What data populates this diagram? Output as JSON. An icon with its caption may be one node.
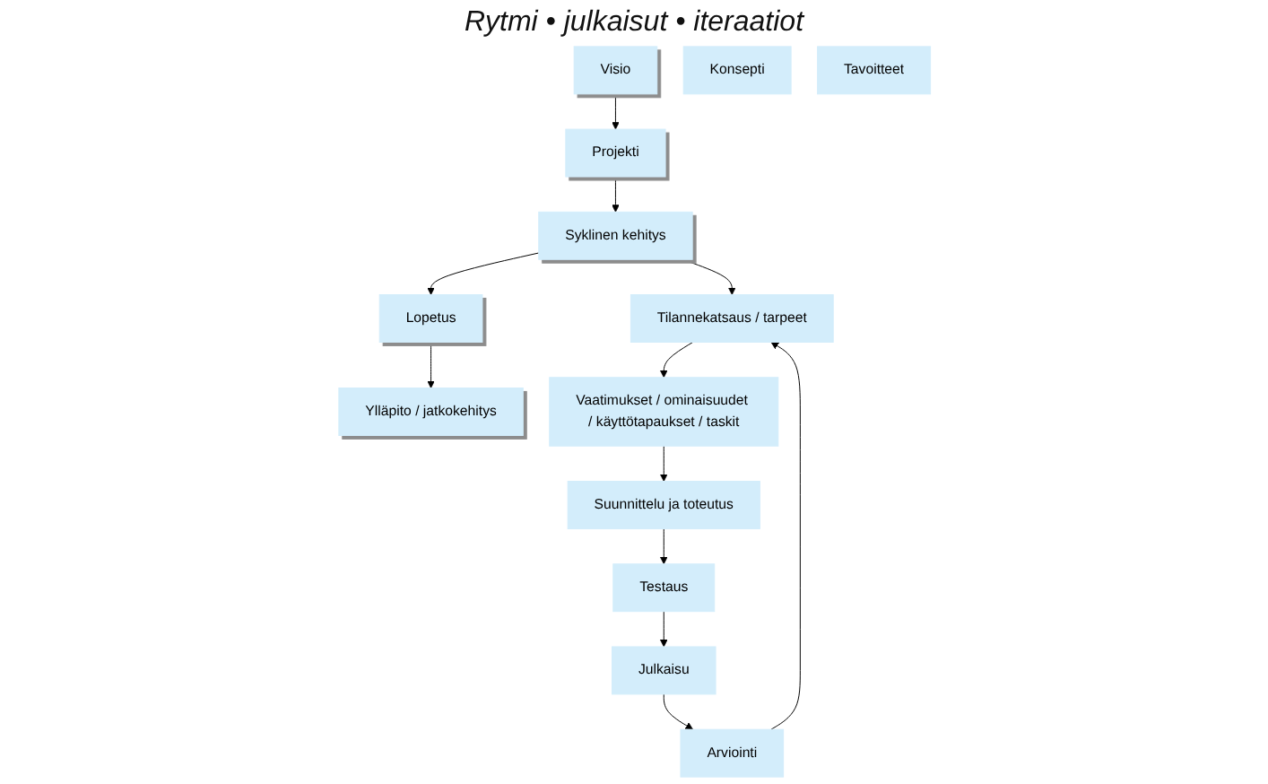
{
  "diagram": {
    "nodes": [
      {
        "text": [
          "Visio"
        ]
      },
      {
        "text": [
          "Konsepti"
        ]
      },
      {
        "text": [
          "Tavoitteet"
        ]
      },
      {
        "text": [
          "Projekti"
        ]
      },
      {
        "text": [
          "Syklinen kehitys"
        ]
      },
      {
        "text": [
          "Lopetus"
        ]
      },
      {
        "text": [
          "Ylläpito / jatkokehitys"
        ]
      },
      {
        "text": [
          "Tilannekatsaus / tarpeet"
        ]
      },
      {
        "text": [
          "Vaatimukset / ominaisuudet / käyttötapaukset / taskit"
        ]
      },
      {
        "text": [
          "Arviointi"
        ]
      },
      {
        "text": [
          "Julkaisu"
        ]
      },
      {
        "text": [
          "Suunnittelu ja toteutus"
        ]
      },
      {
        "text": [
          "Testaus"
        ]
      }
    ],
    "edges": [
      {
        "from": 0,
        "to": 3,
        "arrow": "to"
      },
      {
        "from": 3,
        "to": 4,
        "arrow": "to"
      },
      {
        "from": 4,
        "to": 5,
        "arrow": "to"
      },
      {
        "from": 5,
        "to": 6,
        "arrow": "to"
      },
      {
        "from": 4,
        "to": 7,
        "arrow": "to"
      },
      {
        "from": 7,
        "to": 8,
        "arrow": "to"
      },
      {
        "from": 8,
        "to": 11,
        "arrow": "to"
      },
      {
        "from": 11,
        "to": 12,
        "arrow": "to"
      },
      {
        "from": 12,
        "to": 10,
        "arrow": "to"
      },
      {
        "from": 10,
        "to": 9,
        "arrow": "to"
      },
      {
        "from": 9,
        "to": 7,
        "arrow": "to"
      }
    ],
    "labels": [
      "Rytmi • julkaisut • iteraatiot"
    ]
  }
}
